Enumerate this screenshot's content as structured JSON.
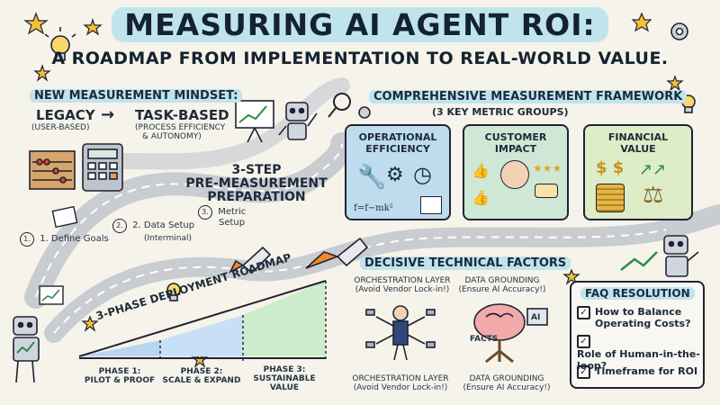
{
  "title": "MEASURING AI AGENT ROI:",
  "subtitle": "A ROADMAP FROM IMPLEMENTATION TO REAL-WORLD VALUE.",
  "mindset": {
    "heading": "NEW MEASUREMENT MINDSET:",
    "legacy": "LEGACY",
    "legacy_sub": "(USER-BASED)",
    "task_based": "TASK-BASED",
    "task_sub_1": "(PROCESS EFFICIENCY",
    "task_sub_2": "& AUTONOMY)"
  },
  "prep": {
    "heading_1": "3-STEP",
    "heading_2": "PRE-MEASUREMENT",
    "heading_3": "PREPARATION",
    "step1": "1. Define Goals",
    "step2": "2. Data Setup",
    "step2_sub": "(Interminal)",
    "step3_line1": "Metric",
    "step3_line2": "Setup",
    "n1": "1.",
    "n2": "2.",
    "n3": "3."
  },
  "framework": {
    "heading": "COMPREHENSIVE MEASUREMENT FRAMEWORK",
    "sub": "(3 KEY METRIC GROUPS)",
    "cards": [
      {
        "title_1": "OPERATIONAL",
        "title_2": "EFFICIENCY",
        "formula": "f=f−mk²",
        "color": "#bfdcef"
      },
      {
        "title_1": "CUSTOMER",
        "title_2": "IMPACT",
        "color": "#cfe8d6"
      },
      {
        "title_1": "FINANCIAL",
        "title_2": "VALUE",
        "color": "#dcedc7"
      }
    ]
  },
  "technical": {
    "heading": "DECISIVE TECHNICAL FACTORS",
    "orch_top_1": "ORCHESTRATION LAYER",
    "orch_top_2": "(Avoid Vendor Lock-in!)",
    "ground_top_1": "DATA GROUNDING",
    "ground_top_2": "(Ensure AI Accuracy!)",
    "orch_bottom_1": "ORCHESTRATION LAYER",
    "orch_bottom_2": "(Avoid Vendor Lock-in!)",
    "ground_bottom_1": "DATA GROUNDING",
    "ground_bottom_2": "(Ensure AI Accuracy!)",
    "facts": "FACTS",
    "ai_chip": "AI"
  },
  "roadmap": {
    "heading": "3-PHASE DEPLOYMENT ROADMAP",
    "phases": [
      {
        "line1": "PHASE 1:",
        "line2": "PILOT & PROOF",
        "color": "#b9d6f0"
      },
      {
        "line1": "PHASE 2:",
        "line2": "SCALE & EXPAND",
        "color": "#c7e0f5"
      },
      {
        "line1": "PHASE 3:",
        "line2": "SUSTAINABLE",
        "line3": "VALUE",
        "color": "#cdeccb"
      }
    ]
  },
  "faq": {
    "heading": "FAQ RESOLUTION",
    "items": [
      {
        "line1": "How to Balance",
        "line2": "Operating Costs?"
      },
      {
        "line1": "Role of Human-in-the-",
        "line2": "loop?"
      },
      {
        "line1": "Timeframe for ROI",
        "line2": ""
      }
    ]
  },
  "colors": {
    "ink": "#1d2a3a",
    "highlight": "#bfe4ee",
    "road": "#d2d4d6",
    "star": "#f3c03a",
    "rocket_flame": "#f08a2b"
  },
  "icons": [
    "lightbulb-icon",
    "star-icon",
    "gear-icon",
    "magnifier-icon",
    "robot-icon",
    "abacus-icon",
    "calculator-icon",
    "rocket-icon",
    "wrench-icon",
    "clock-icon",
    "thumbs-up-icon",
    "dollar-icon",
    "scales-icon",
    "brain-icon",
    "checkbox-icon"
  ]
}
